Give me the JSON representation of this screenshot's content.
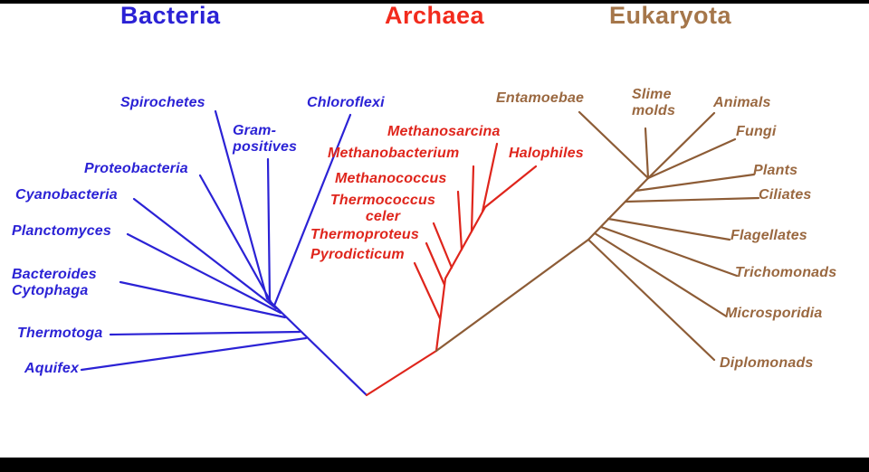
{
  "figure": {
    "description": "Unrooted phylogenetic tree of life with three domains",
    "colors": {
      "bacteria": "#2b22d5",
      "archaea": "#df251c",
      "eukaryota": "#9a6840",
      "background": "#ffffff"
    }
  },
  "domains": {
    "bacteria": {
      "label": "Bacteria"
    },
    "archaea": {
      "label": "Archaea"
    },
    "eukaryota": {
      "label": "Eukaryota"
    }
  },
  "taxa": {
    "spirochetes": "Spirochetes",
    "gram_positives": "Gram-\npositives",
    "chloroflexi": "Chloroflexi",
    "proteobacteria": "Proteobacteria",
    "cyanobacteria": "Cyanobacteria",
    "planctomyces": "Planctomyces",
    "bacteroides_cytophaga": "Bacteroides\nCytophaga",
    "thermotoga": "Thermotoga",
    "aquifex": "Aquifex",
    "methanosarcina": "Methanosarcina",
    "methanobacterium": "Methanobacterium",
    "methanococcus": "Methanococcus",
    "thermococcus_celer": "Thermococcus\nceler",
    "thermoproteus": "Thermoproteus",
    "pyrodicticum": "Pyrodicticum",
    "halophiles": "Halophiles",
    "entamoebae": "Entamoebae",
    "slime_molds": "Slime\nmolds",
    "animals": "Animals",
    "fungi": "Fungi",
    "plants": "Plants",
    "ciliates": "Ciliates",
    "flagellates": "Flagellates",
    "trichomonads": "Trichomonads",
    "microsporidia": "Microsporidia",
    "diplomonads": "Diplomonads"
  }
}
